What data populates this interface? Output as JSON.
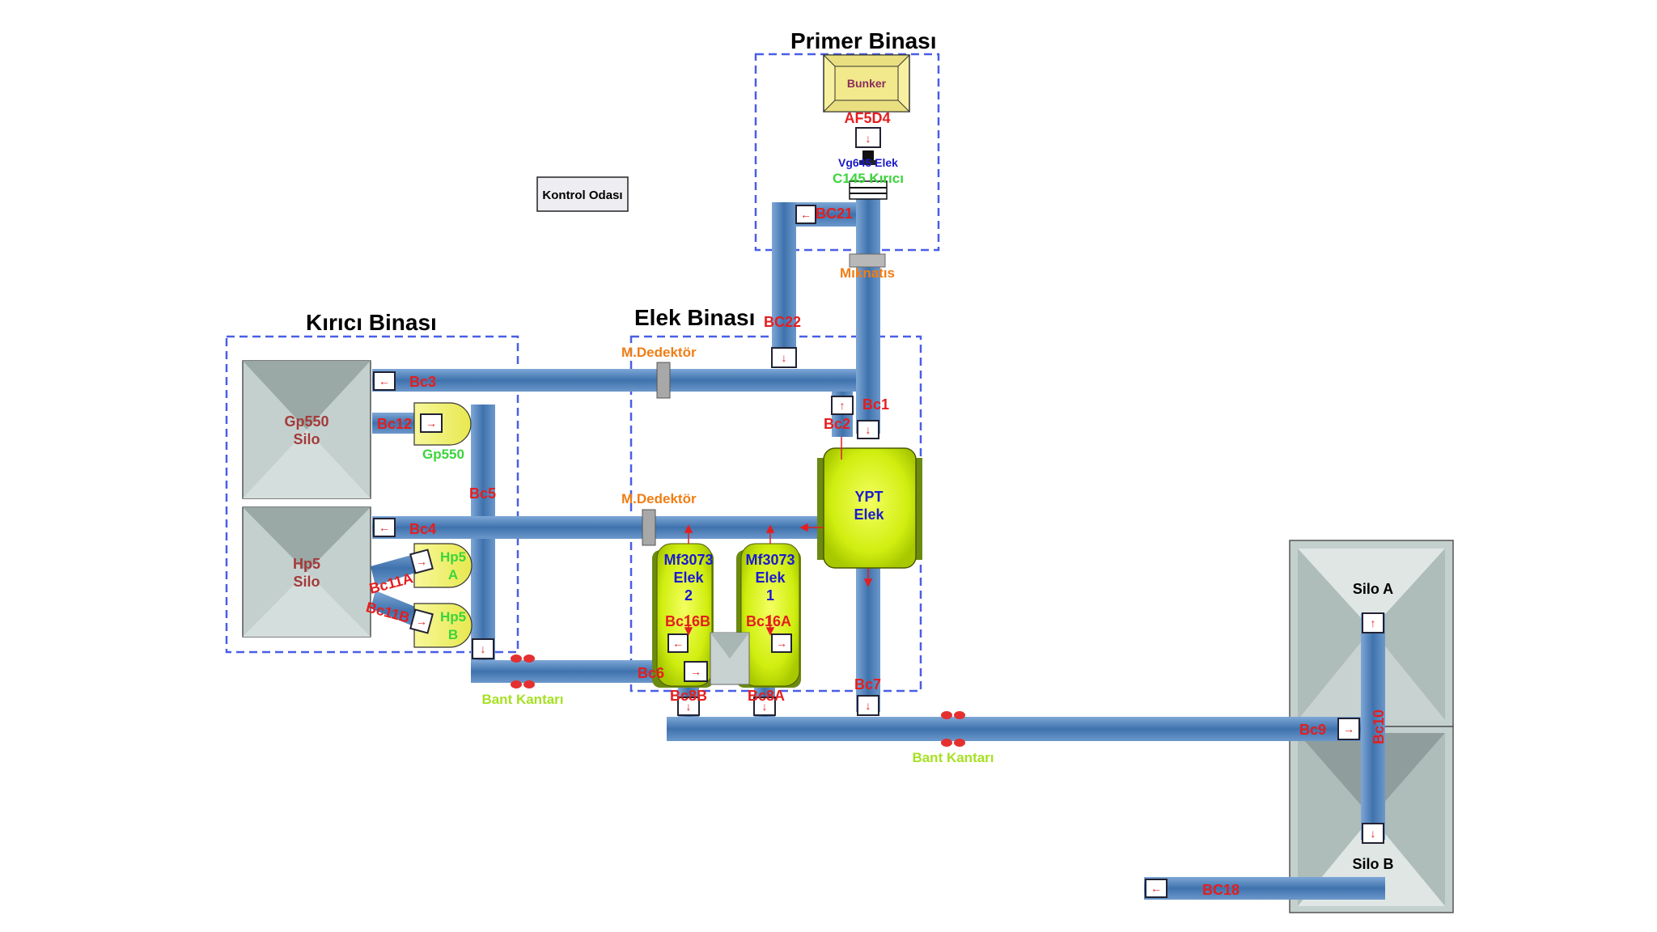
{
  "buildings": {
    "primer": "Primer Binası",
    "elek": "Elek Binası",
    "kirici": "Kırıcı Binası"
  },
  "control_room": "Kontrol Odası",
  "equipment": {
    "bunker": "Bunker",
    "af5d4": "AF5D4",
    "vg645": "Vg645 Elek",
    "c145": "C145 Kırıcı",
    "miknatis": "Mıknatıs",
    "mdedektor_top": "M.Dedektör",
    "mdedektor_mid": "M.Dedektör",
    "ypt_l1": "YPT",
    "ypt_l2": "Elek",
    "mf2_l1": "Mf3073",
    "mf2_l2": "Elek",
    "mf2_l3": "2",
    "mf1_l1": "Mf3073",
    "mf1_l2": "Elek",
    "mf1_l3": "1",
    "gp550_label": "Gp550",
    "hp5a_l1": "Hp5",
    "hp5a_l2": "A",
    "hp5b_l1": "Hp5",
    "hp5b_l2": "B",
    "bant1": "Bant Kantarı",
    "bant2": "Bant Kantarı"
  },
  "silos": {
    "gp550_l1": "Gp550",
    "gp550_l2": "Silo",
    "hp5_l1": "Hp5",
    "hp5_l2": "Silo",
    "silo_a": "Silo A",
    "silo_b": "Silo B"
  },
  "conveyors": {
    "bc21": "BC21",
    "bc22": "BC22",
    "bc1": "Bc1",
    "bc2": "Bc2",
    "bc3": "Bc3",
    "bc4": "Bc4",
    "bc5": "Bc5",
    "bc6": "Bc6",
    "bc7": "Bc7",
    "bc8a": "Bc8A",
    "bc8b": "Bc8B",
    "bc9": "Bc9",
    "bc10": "Bc10",
    "bc11a": "Bc11A",
    "bc11b": "Bc11B",
    "bc12": "Bc12",
    "bc16a": "Bc16A",
    "bc16b": "Bc16B",
    "bc18": "BC18"
  },
  "colors": {
    "conveyor": "#4a7cb5",
    "building_border": "#4a5ee6",
    "label_red": "#e41e1e",
    "label_orange": "#f07d14",
    "label_green": "#3cd43c",
    "screen_fill": "#d8f51a",
    "silo_fill": "#b8c6c6"
  }
}
